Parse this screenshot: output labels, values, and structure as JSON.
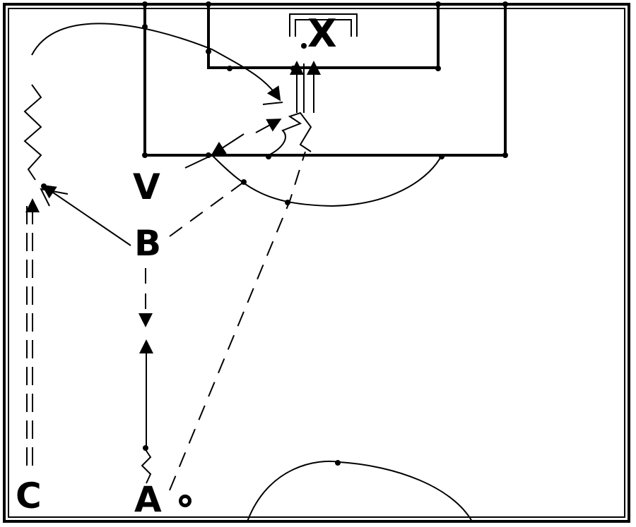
{
  "labels": {
    "player_x": "X",
    "player_v": "V",
    "player_b": "B",
    "player_c": "C",
    "player_a": "A"
  },
  "ball_icon": "ball-icon",
  "colors": {
    "line": "#000000",
    "background": "#ffffff"
  }
}
